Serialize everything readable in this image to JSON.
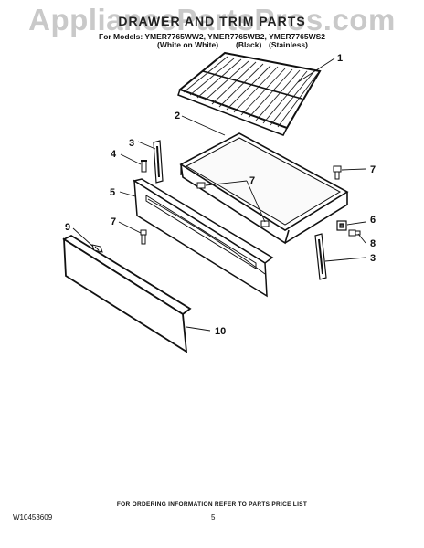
{
  "watermark": "AppliancePartsPros.com",
  "title": "DRAWER AND TRIM PARTS",
  "models_line": "For Models: YMER7765WW2, YMER7765WB2, YMER7765WS2",
  "variants": [
    "(White on White)",
    "(Black)",
    "(Stainless)"
  ],
  "callouts": [
    "1",
    "2",
    "3",
    "4",
    "5",
    "6",
    "7",
    "7",
    "7",
    "8",
    "9",
    "3",
    "10"
  ],
  "footer_note": "FOR ORDERING INFORMATION REFER TO PARTS PRICE LIST",
  "doc_number": "W10453609",
  "page_number": "5"
}
